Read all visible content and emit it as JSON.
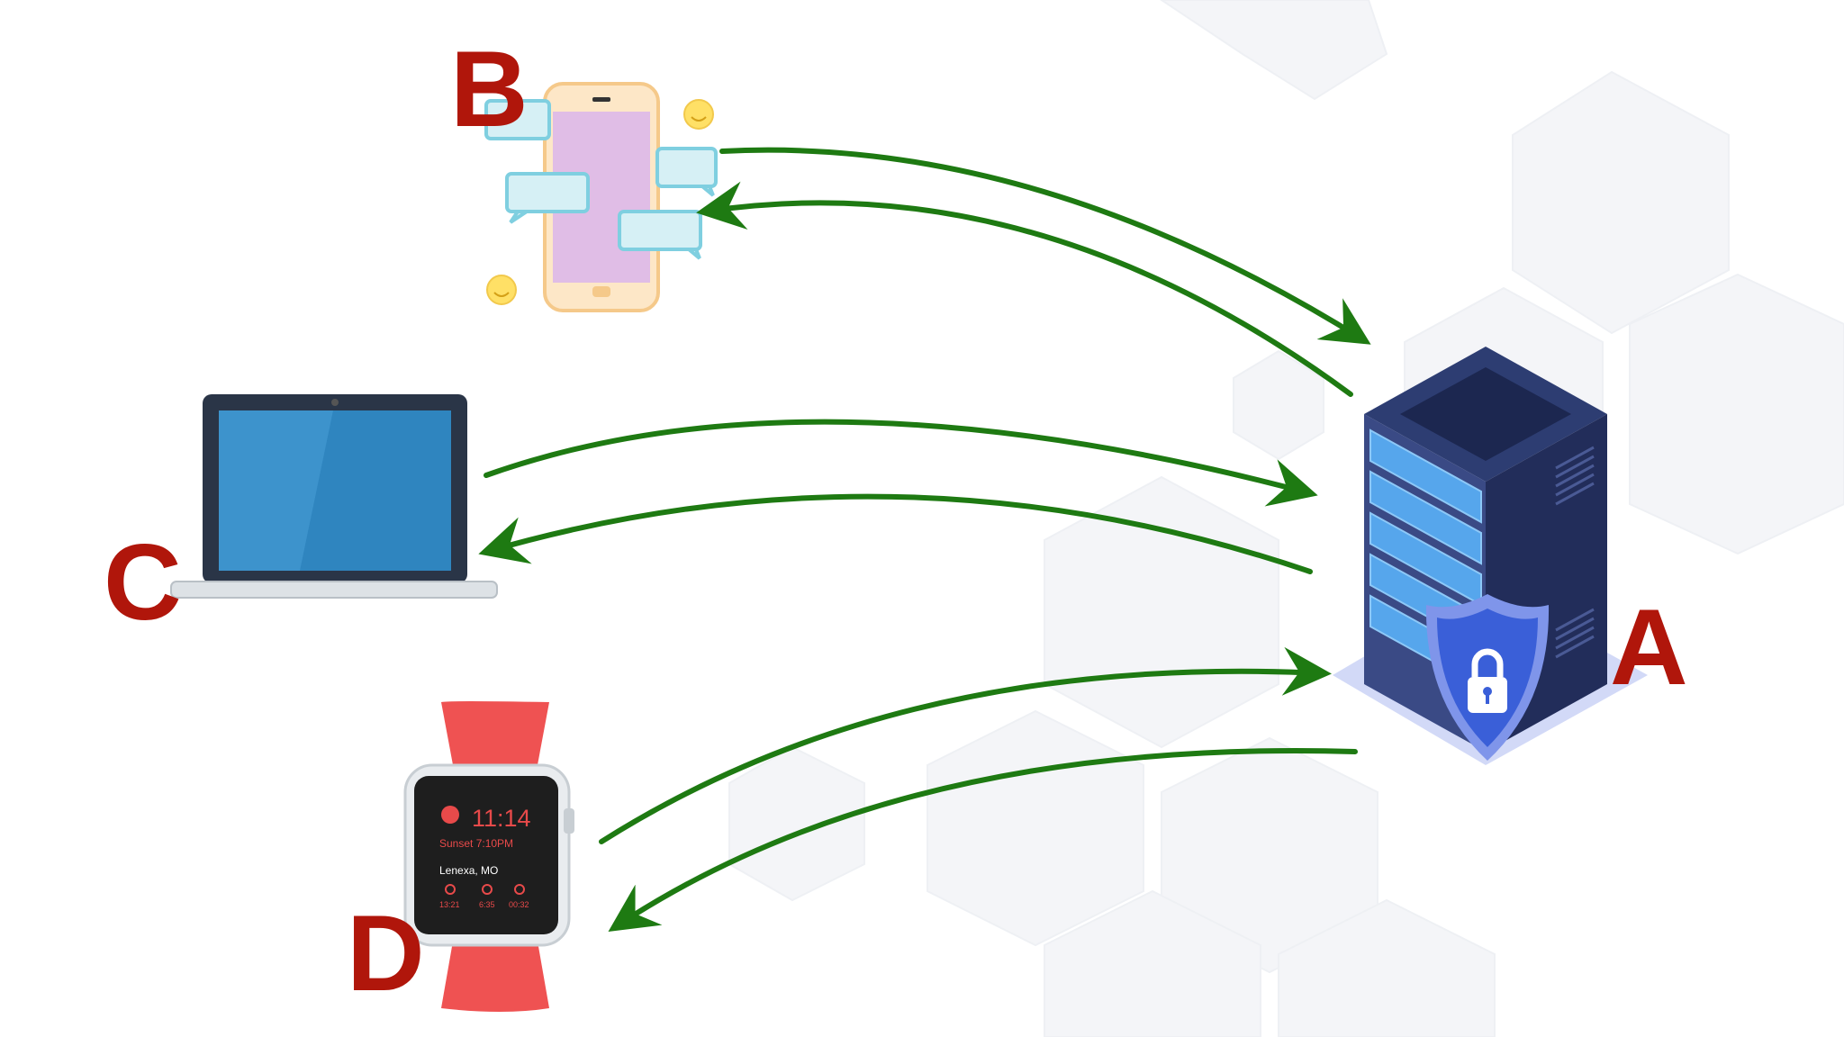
{
  "labels": {
    "server": "A",
    "phone": "B",
    "laptop": "C",
    "watch": "D"
  },
  "watch": {
    "time": "11:14",
    "sunset": "Sunset 7:10PM",
    "location": "Lenexa, MO",
    "timers": [
      "13:21",
      "6:35",
      "00:32"
    ]
  },
  "colors": {
    "label": "#b0160b",
    "arrow": "#1e7a12",
    "server_body": "#2b3a6b",
    "server_drive": "#4f9fe6",
    "shield": "#3a5fd8",
    "laptop_screen": "#3d93cc",
    "watch_band": "#ef5252",
    "phone_screen": "#e0bde6"
  }
}
